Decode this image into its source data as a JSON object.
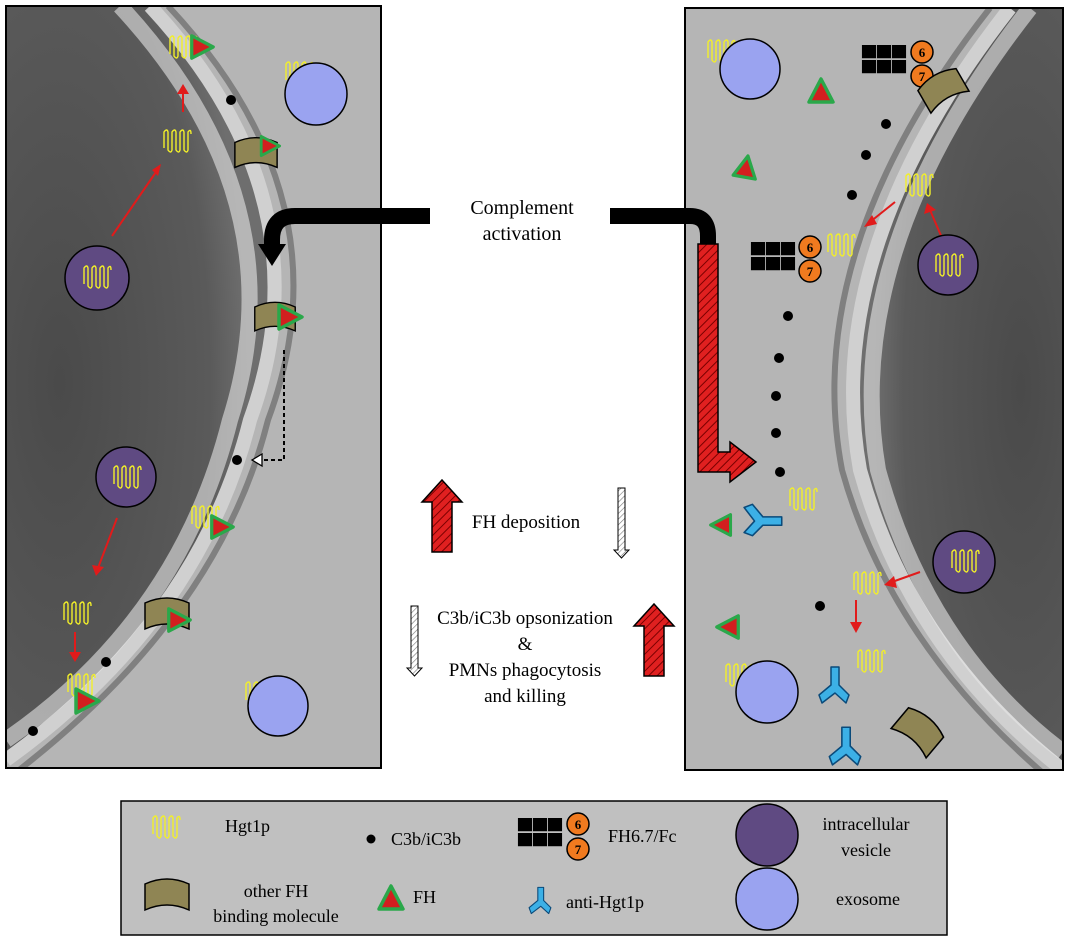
{
  "center": {
    "complement_line1": "Complement",
    "complement_line2": "activation",
    "fh_deposition": "FH deposition",
    "opsonization_line1": "C3b/iC3b opsonization",
    "opsonization_line2": "&",
    "opsonization_line3": "PMNs phagocytosis",
    "opsonization_line4": "and killing"
  },
  "antibody": {
    "circle_top": "6",
    "circle_bottom": "7"
  },
  "legend": {
    "hgt1p": "Hgt1p",
    "c3b": "C3b/iC3b",
    "fh67fc": "FH6.7/Fc",
    "fh67fc_circle_top": "6",
    "fh67fc_circle_bottom": "7",
    "intracellular_line1": "intracellular",
    "intracellular_line2": "vesicle",
    "other_fh_line1": "other FH",
    "other_fh_line2": "binding molecule",
    "fh": "FH",
    "anti_hgt1p": "anti-Hgt1p",
    "exosome": "exosome"
  },
  "colors": {
    "panel_bg": "#b7b7b7",
    "cell_dark": "#555555",
    "membrane_light": "#d8d8d8",
    "hgt1p": "#f2ef2a",
    "vesicle": "#5f4a82",
    "exosome": "#9aa3f0",
    "fh_fill": "#d21f1f",
    "fh_border": "#2aa84a",
    "other_fh": "#8f8554",
    "antibody": "#3cb0e6",
    "fab_orange": "#f07a1f",
    "arrow_red": "#e11b1b",
    "legend_bg": "#c0c0c0"
  }
}
